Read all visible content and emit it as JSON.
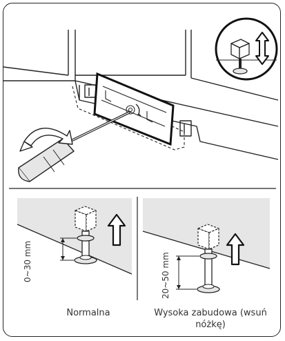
{
  "captions": {
    "normal": "Normalna",
    "high": "Wysoka zabudowa (wsuń nóżkę)"
  },
  "ranges": {
    "normal": "0~30 mm",
    "high": "20~50 mm"
  },
  "icons": {
    "tool": "screwdriver-icon",
    "rotate": "rotate-arrow-icon",
    "updown": "up-down-arrow-icon",
    "up": "up-arrow-icon"
  },
  "colors": {
    "fill": "#e6e6e6",
    "line": "#222222"
  }
}
